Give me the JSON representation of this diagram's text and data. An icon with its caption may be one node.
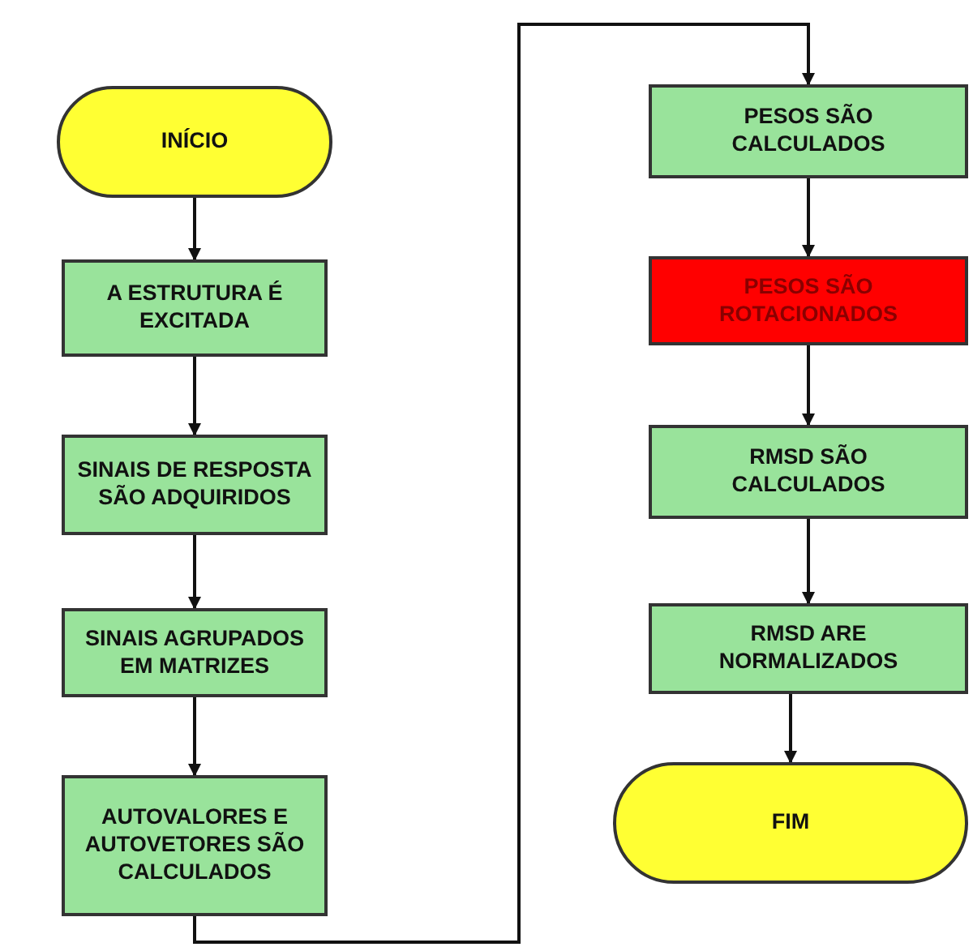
{
  "diagram": {
    "nodes": [
      {
        "text": [
          "INÍCIO"
        ]
      },
      {
        "text": [
          "A ESTRUTURA É EXCITADA"
        ]
      },
      {
        "text": [
          "SINAIS DE RESPOSTA SÃO ADQUIRIDOS"
        ]
      },
      {
        "text": [
          "SINAIS AGRUPADOS EM MATRIZES"
        ]
      },
      {
        "text": [
          "AUTOVALORES E AUTOVETORES SÃO CALCULADOS"
        ]
      },
      {
        "text": [
          "PESOS SÃO CALCULADOS"
        ]
      },
      {
        "text": [
          "PESOS SÃO ROTACIONADOS"
        ]
      },
      {
        "text": [
          "RMSD SÃO CALCULADOS"
        ]
      },
      {
        "text": [
          "RMSD ARE NORMALIZADOS"
        ]
      },
      {
        "text": [
          "FIM"
        ]
      }
    ],
    "edges": [
      {
        "from": 0,
        "to": 1,
        "arrow": "to"
      },
      {
        "from": 1,
        "to": 2,
        "arrow": "to"
      },
      {
        "from": 2,
        "to": 3,
        "arrow": "to"
      },
      {
        "from": 3,
        "to": 4,
        "arrow": "to"
      },
      {
        "from": 4,
        "to": 5,
        "arrow": "to"
      },
      {
        "from": 5,
        "to": 6,
        "arrow": "to"
      },
      {
        "from": 6,
        "to": 7,
        "arrow": "to"
      },
      {
        "from": 7,
        "to": 8,
        "arrow": "to"
      },
      {
        "from": 8,
        "to": 9,
        "arrow": "to"
      }
    ]
  }
}
